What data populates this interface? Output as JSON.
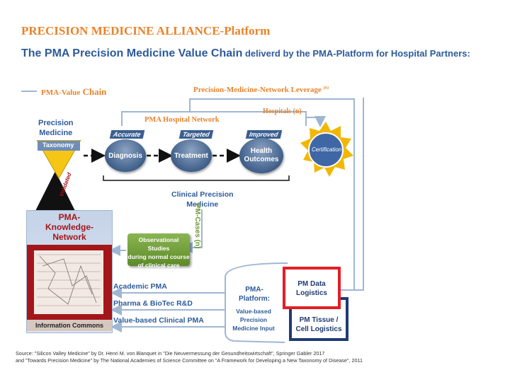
{
  "header": {
    "title": "PRECISION MEDICINE ALLIANCE-Platform",
    "subtitle_main": "The PMA Precision Medicine Value Chain",
    "subtitle_rest": " deliverd by the PMA-Platform for Hospital Partners:"
  },
  "legend": {
    "prefix": "PMA-Value",
    "suffix": " Chain"
  },
  "network_leverage": {
    "label": "Precision-Medicine-Network Leverage",
    "sup": "(n)"
  },
  "hospitals_label": "Hospitals (n)",
  "hospital_network_label": "PMA Hospital Network",
  "taxonomy": {
    "heading_line1": "Precision",
    "heading_line2": "Medicine",
    "label": "Taxonomy"
  },
  "chain": {
    "diagnosis": {
      "label": "Diagnosis",
      "tag": "Accurate"
    },
    "treatment": {
      "label": "Treatment",
      "tag": "Targeted"
    },
    "outcomes": {
      "label_line1": "Health",
      "label_line2": "Outcomes",
      "tag": "Improved"
    }
  },
  "certification_label": "Certification",
  "clinical_pm": {
    "line1": "Clinical Precision",
    "line2": "Medicine"
  },
  "validated_label": "Validated",
  "knowledge_network": {
    "line1": "PMA-",
    "line2": "Knowledge-",
    "line3": "Network",
    "commons": "Information Commons"
  },
  "observational": {
    "line1": "Observational Studies",
    "line2": "during normal course",
    "line3": "of clinical care"
  },
  "pm_cases_label": "PM-Cases (n)",
  "outputs": [
    {
      "label": "Academic PMA"
    },
    {
      "label": "Pharma & BioTec R&D"
    },
    {
      "label": "Value-based Clinical PMA"
    }
  ],
  "platform": {
    "line1": "PMA-",
    "line2": "Platform:",
    "desc_line1": "Value-based",
    "desc_line2": "Precision",
    "desc_line3": "Medicine Input"
  },
  "pm_data": {
    "line1": "PM Data",
    "line2": "Logistics"
  },
  "pm_tissue": {
    "line1": "PM Tissue /",
    "line2": "Cell Logistics"
  },
  "footer": {
    "line1": "Source: \"Silicon Valley Medicine\" by Dr. Henri M. von Blanquet in \"Die Neuvermessung der Gesundheitswirtschaft\", Springer Gabler 2017",
    "line2": "and \"Towards Precision Medicine\" by The National Academies of Science Committee on \"A Framework for Developing a New Taxonomy of Disease\", 2011"
  },
  "colors": {
    "title_orange": "#e8832a",
    "brand_blue": "#2d5b9a",
    "connector_blue": "#9fb6d3",
    "data_red": "#e31e24",
    "tissue_navy": "#1f3b73",
    "observational_green": "#6d9a34"
  }
}
